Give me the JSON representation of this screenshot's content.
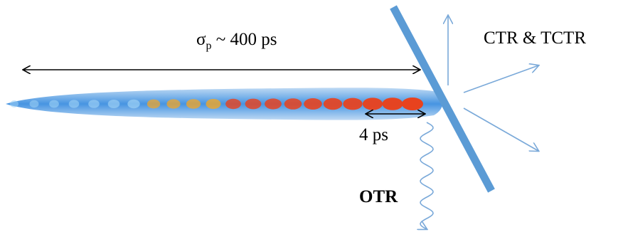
{
  "labels": {
    "bunch_length_symbol": "σ",
    "bunch_length_subscript": "p",
    "bunch_length_value": " ~ 400 ps",
    "radiation_coherent": "CTR  & TCTR",
    "microbunch_spacing": "4 ps",
    "radiation_optical": "OTR"
  },
  "colors": {
    "beam_blue": "#3d8fe0",
    "beam_edge": "#bcd8f3",
    "bunch_hot": "#e8421e",
    "bunch_warm": "#f5a623",
    "bunch_cool": "#9fd2f5",
    "target": "#5b9bd5",
    "ray": "#7aa9d9",
    "dimension_arrow": "#000000"
  },
  "icons": {
    "dimension_arrow": "double-headed-arrow-icon",
    "emission_arrow": "arrow-icon",
    "wavy_arrow": "wavy-arrow-icon"
  }
}
